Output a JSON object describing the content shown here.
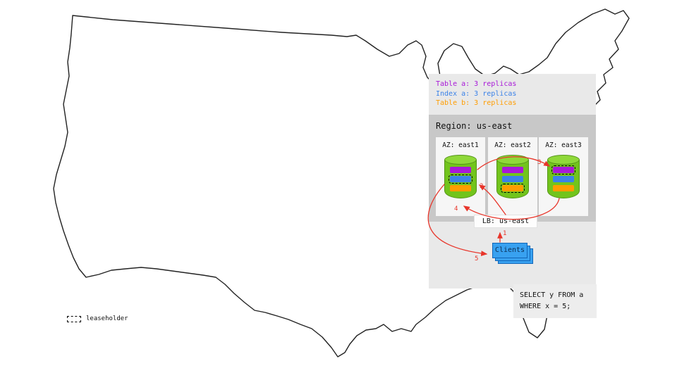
{
  "colors": {
    "table_a": "#a818d8",
    "index_a": "#3b82e8",
    "table_b": "#ff9d00",
    "cylinder": "#72c41c",
    "cylinder_top": "#8fd839",
    "cylinder_edge": "#55941a",
    "arrow": "#e8352a",
    "clients_fill": "#38a1f0",
    "clients_edge": "#1266b8",
    "panel_bg": "#e9e9e9",
    "region_bg": "#c8c8c8",
    "az_bg": "#f6f6f6"
  },
  "legend": {
    "items": [
      {
        "label": "Table a: 3 replicas",
        "color_key": "table_a"
      },
      {
        "label": "Index a: 3 replicas",
        "color_key": "index_a"
      },
      {
        "label": "Table b: 3 replicas",
        "color_key": "table_b"
      }
    ]
  },
  "region": {
    "label": "Region: us-east",
    "azs": [
      {
        "label": "AZ: east1",
        "leaseholder": "Index a"
      },
      {
        "label": "AZ: east2",
        "leaseholder": "Table b"
      },
      {
        "label": "AZ: east3",
        "leaseholder": "Table a"
      }
    ]
  },
  "lb": {
    "label": "LB: us-east"
  },
  "clients": {
    "label": "Clients"
  },
  "query": {
    "line1": "SELECT y FROM a",
    "line2": "WHERE x = 5;"
  },
  "flow": {
    "steps": [
      {
        "label": "1"
      },
      {
        "label": "2"
      },
      {
        "label": "3"
      },
      {
        "label": "4"
      },
      {
        "label": "5"
      }
    ]
  },
  "map_legend": {
    "label": "leaseholder"
  }
}
